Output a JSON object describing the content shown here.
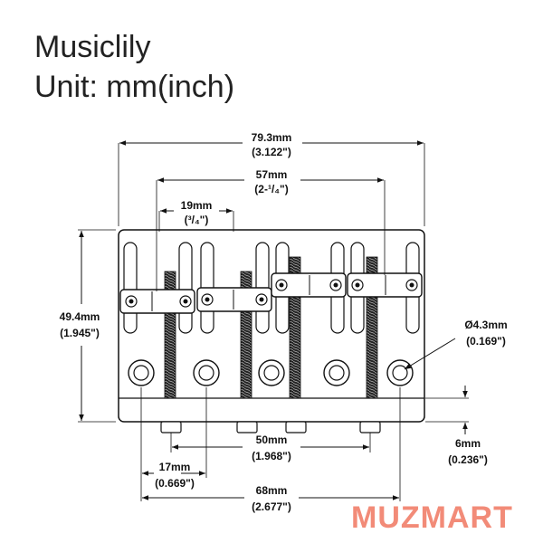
{
  "header": {
    "brand_name": "Musiclily",
    "unit_label": "Unit: mm(inch)"
  },
  "dimensions": {
    "overall_width": {
      "mm": "79.3mm",
      "inch": "(3.122\")"
    },
    "outer_hole_spacing": {
      "mm": "57mm",
      "inch": "(2-¹/₄\")"
    },
    "saddle_spacing": {
      "mm": "19mm",
      "inch": "(³/₄\")"
    },
    "height": {
      "mm": "49.4mm",
      "inch": "(1.945\")"
    },
    "hole_diameter": {
      "mm": "Ø4.3mm",
      "inch": "(0.169\")"
    },
    "foot_spacing": {
      "mm": "50mm",
      "inch": "(1.968\")"
    },
    "base_thickness": {
      "mm": "6mm",
      "inch": "(0.236\")"
    },
    "first_hole_offset": {
      "mm": "17mm",
      "inch": "(0.669\")"
    },
    "end_hole_spacing": {
      "mm": "68mm",
      "inch": "(2.677\")"
    }
  },
  "watermark": {
    "text": "MUZMART",
    "color": "#f28b78"
  },
  "colors": {
    "line": "#111111",
    "plate": "#ffffff",
    "accent": "#f28b78"
  }
}
